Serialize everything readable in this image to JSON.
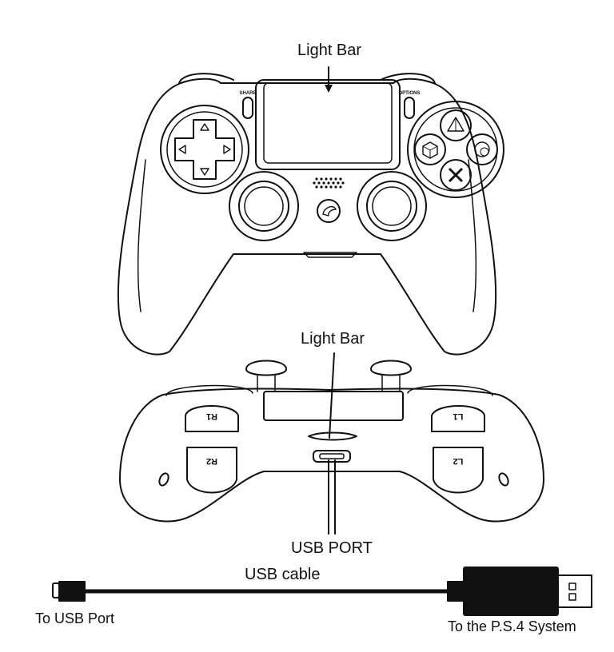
{
  "labels": {
    "light_bar_top": "Light Bar",
    "light_bar_front": "Light Bar",
    "usb_port": "USB PORT",
    "usb_cable": "USB cable",
    "to_usb_port": "To USB Port",
    "to_ps4": "To the P.S.4 System"
  },
  "buttons": {
    "share": "SHARE",
    "options": "OPTIONS",
    "r1": "R1",
    "r2": "R2",
    "l1": "L1",
    "l2": "L2"
  },
  "icons": {
    "dpad_up": "dpad-up-arrow-icon",
    "dpad_down": "dpad-down-arrow-icon",
    "dpad_left": "dpad-left-arrow-icon",
    "dpad_right": "dpad-right-arrow-icon",
    "triangle": "triangle-button-icon",
    "circle": "circle-button-icon",
    "cross": "cross-button-icon",
    "square": "square-button-icon",
    "home": "home-logo-icon",
    "usb_a": "usb-a-plug-icon",
    "usb_c": "usb-c-plug-icon"
  },
  "colors": {
    "line": "#111111",
    "background": "#ffffff"
  }
}
